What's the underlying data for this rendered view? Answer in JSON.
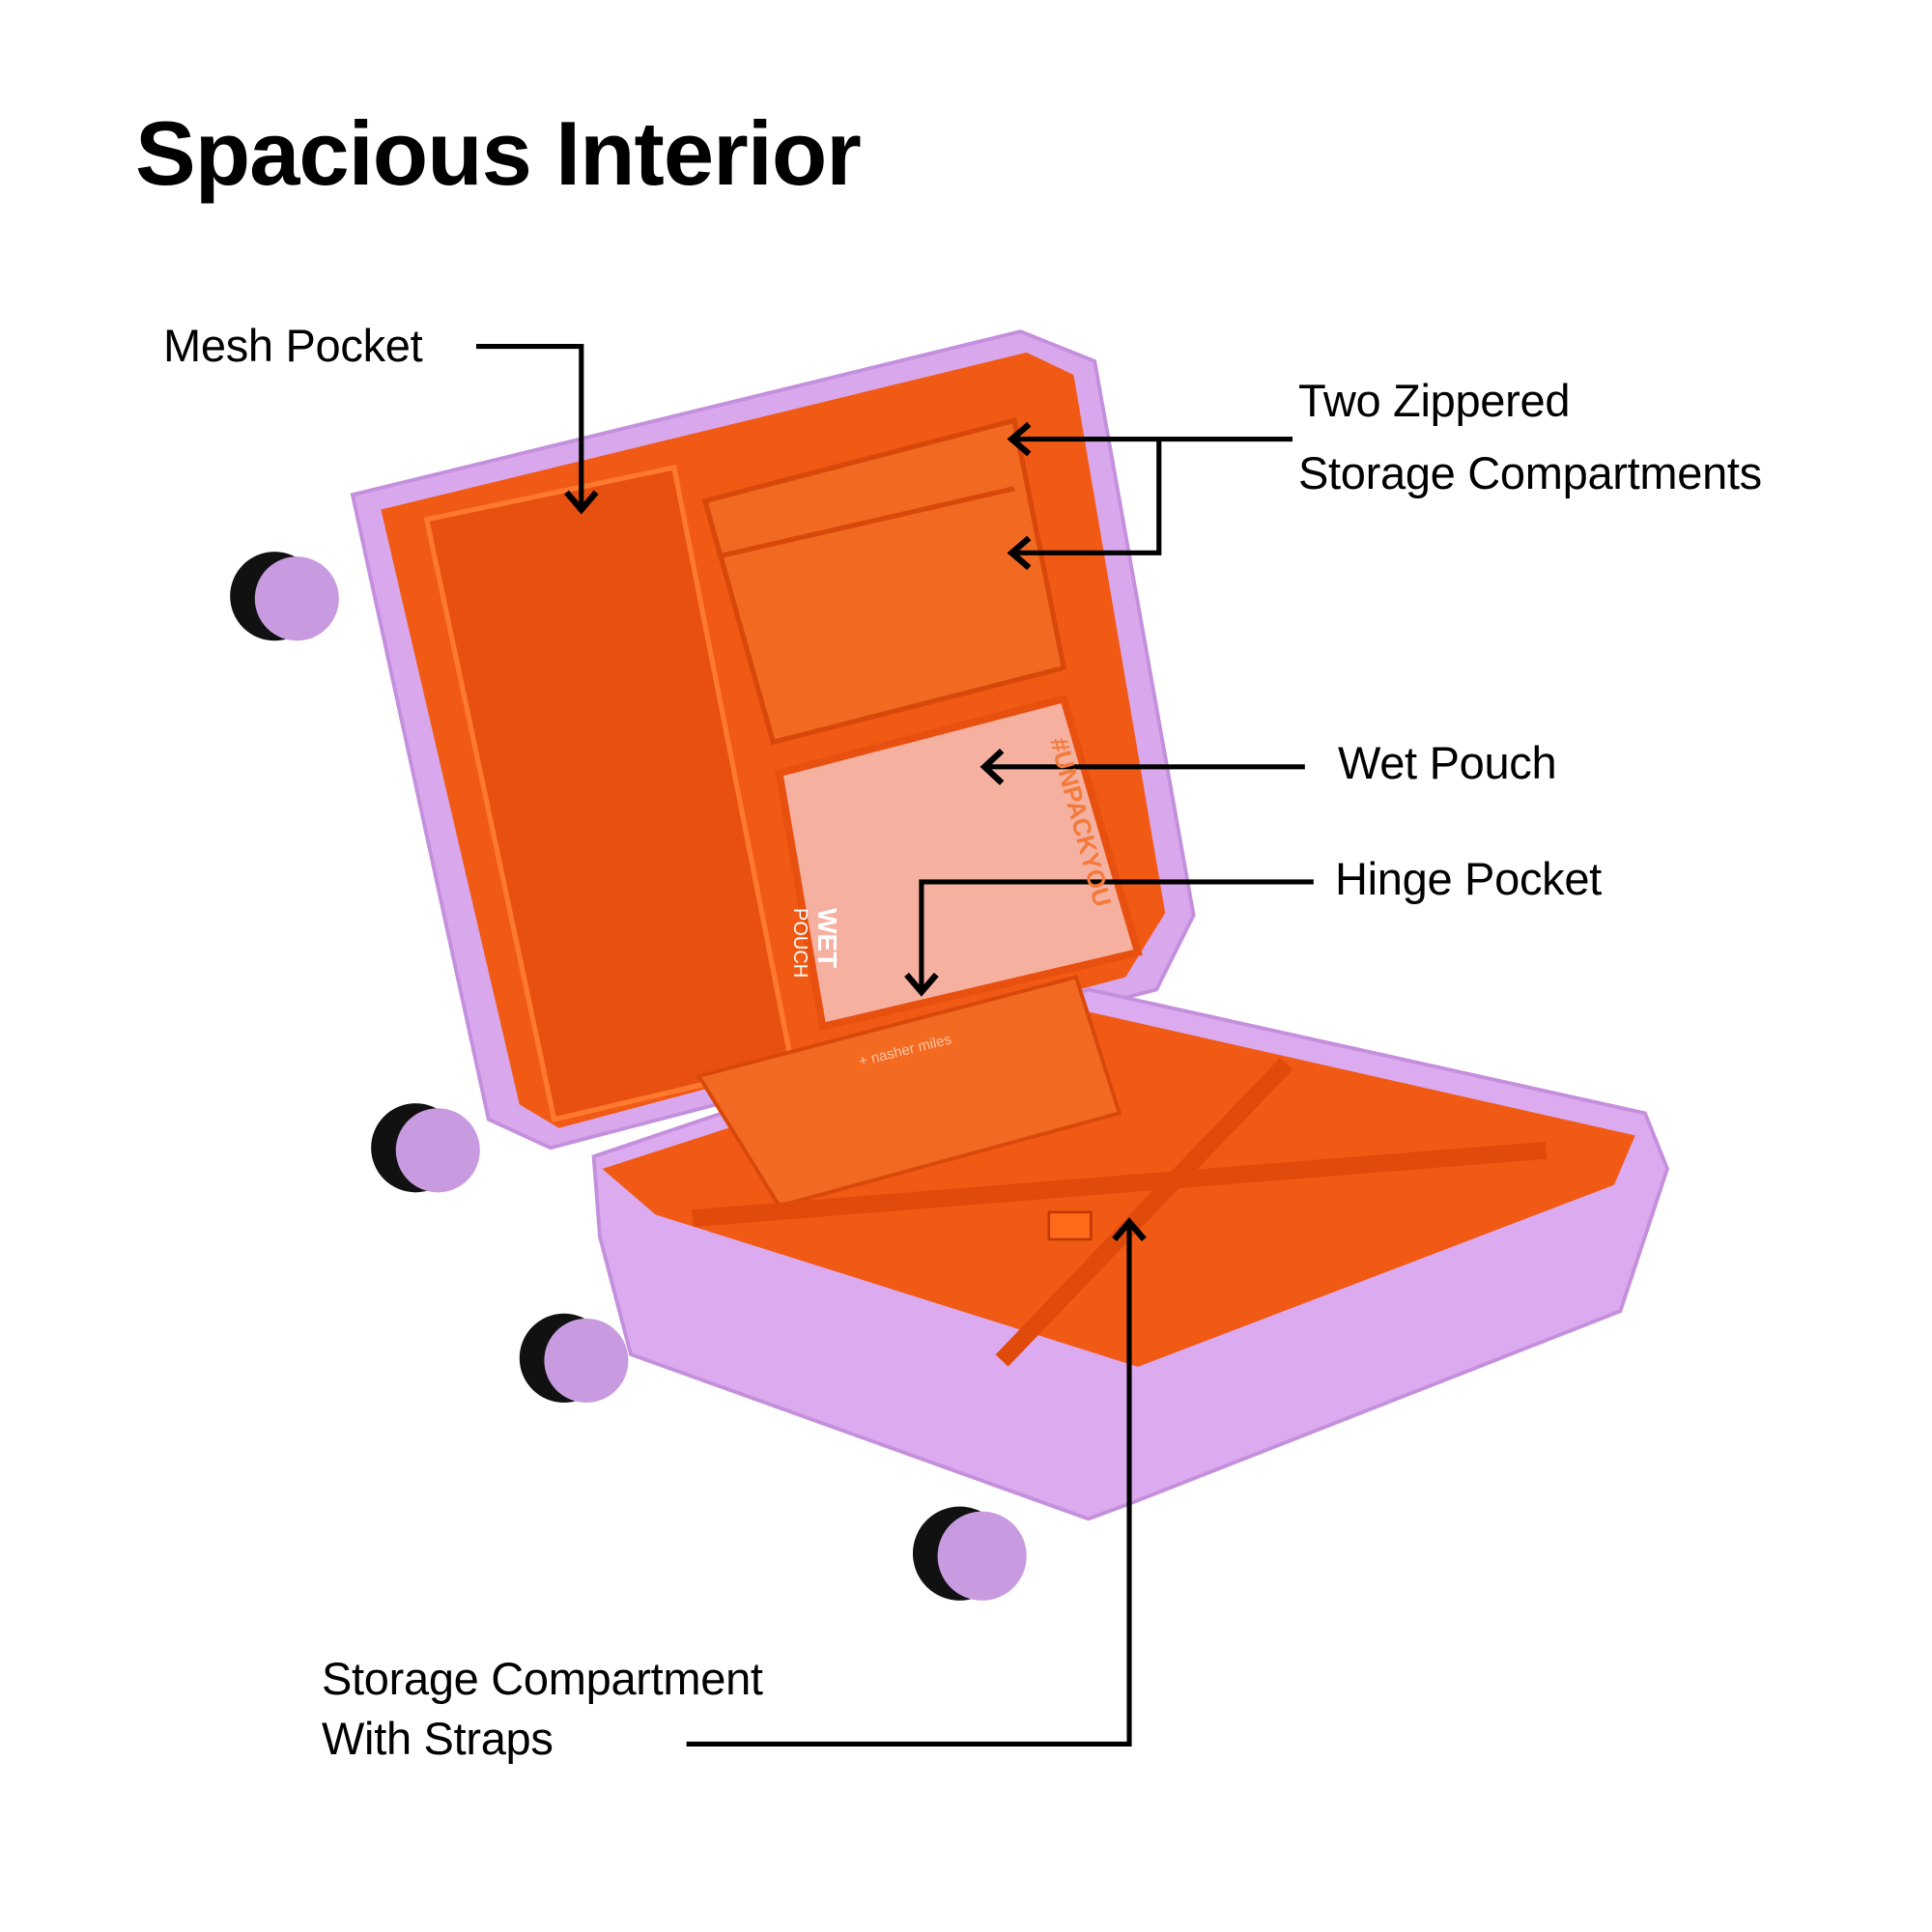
{
  "title": "Spacious Interior",
  "callouts": {
    "mesh_pocket": "Mesh Pocket",
    "two_zippered_line1": "Two Zippered",
    "two_zippered_line2": "Storage  Compartments",
    "wet_pouch": "Wet Pouch",
    "hinge_pocket": "Hinge Pocket",
    "storage_straps_line1": "Storage Compartment",
    "storage_straps_line2": "With Straps"
  },
  "product_print": {
    "pouch_label_1": "WET",
    "pouch_label_2": "POUCH",
    "brand_tag": "+ nasher miles",
    "hashtag": "#UNPACKYOU"
  },
  "colors": {
    "shell": "#d9a8ec",
    "lining": "#f05a14",
    "pouch": "#f6b0a0",
    "wheel": "#111111"
  }
}
